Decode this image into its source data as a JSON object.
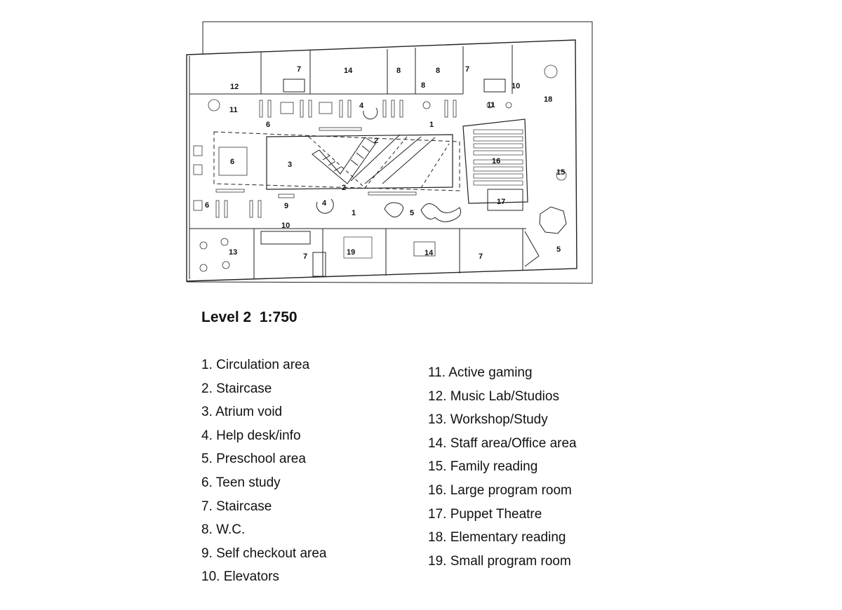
{
  "plan": {
    "room_labels": [
      {
        "id": "r12",
        "text": "12"
      },
      {
        "id": "r7a",
        "text": "7"
      },
      {
        "id": "r14a",
        "text": "14"
      },
      {
        "id": "r8a",
        "text": "8"
      },
      {
        "id": "r8b",
        "text": "8"
      },
      {
        "id": "r8c",
        "text": "8"
      },
      {
        "id": "r7b",
        "text": "7"
      },
      {
        "id": "r10a",
        "text": "10"
      },
      {
        "id": "r18",
        "text": "18"
      },
      {
        "id": "r11a",
        "text": "11"
      },
      {
        "id": "r4a",
        "text": "4"
      },
      {
        "id": "r11b",
        "text": "11"
      },
      {
        "id": "r6a",
        "text": "6"
      },
      {
        "id": "r1a",
        "text": "1"
      },
      {
        "id": "r2a",
        "text": "2"
      },
      {
        "id": "r6b",
        "text": "6"
      },
      {
        "id": "r3",
        "text": "3"
      },
      {
        "id": "r16",
        "text": "16"
      },
      {
        "id": "r15",
        "text": "15"
      },
      {
        "id": "r2b",
        "text": "2"
      },
      {
        "id": "r4b",
        "text": "4"
      },
      {
        "id": "r6c",
        "text": "6"
      },
      {
        "id": "r9",
        "text": "9"
      },
      {
        "id": "r1b",
        "text": "1"
      },
      {
        "id": "r5a",
        "text": "5"
      },
      {
        "id": "r17",
        "text": "17"
      },
      {
        "id": "r10b",
        "text": "10"
      },
      {
        "id": "r13",
        "text": "13"
      },
      {
        "id": "r19",
        "text": "19"
      },
      {
        "id": "r14b",
        "text": "14"
      },
      {
        "id": "r7c",
        "text": "7"
      },
      {
        "id": "r7d",
        "text": "7"
      },
      {
        "id": "r5b",
        "text": "5"
      }
    ]
  },
  "title": "Level 2  1:750",
  "legend": {
    "col1": [
      "1. Circulation area",
      "2. Staircase",
      "3. Atrium void",
      "4. Help desk/info",
      "5. Preschool area",
      "6. Teen study",
      "7. Staircase",
      "8. W.C.",
      "9. Self checkout area",
      "10. Elevators"
    ],
    "col2": [
      "11. Active gaming",
      "12. Music Lab/Studios",
      "13. Workshop/Study",
      "14. Staff area/Office area",
      "15. Family reading",
      "16. Large program room",
      "17. Puppet Theatre",
      "18. Elementary reading",
      "19. Small program room"
    ]
  }
}
